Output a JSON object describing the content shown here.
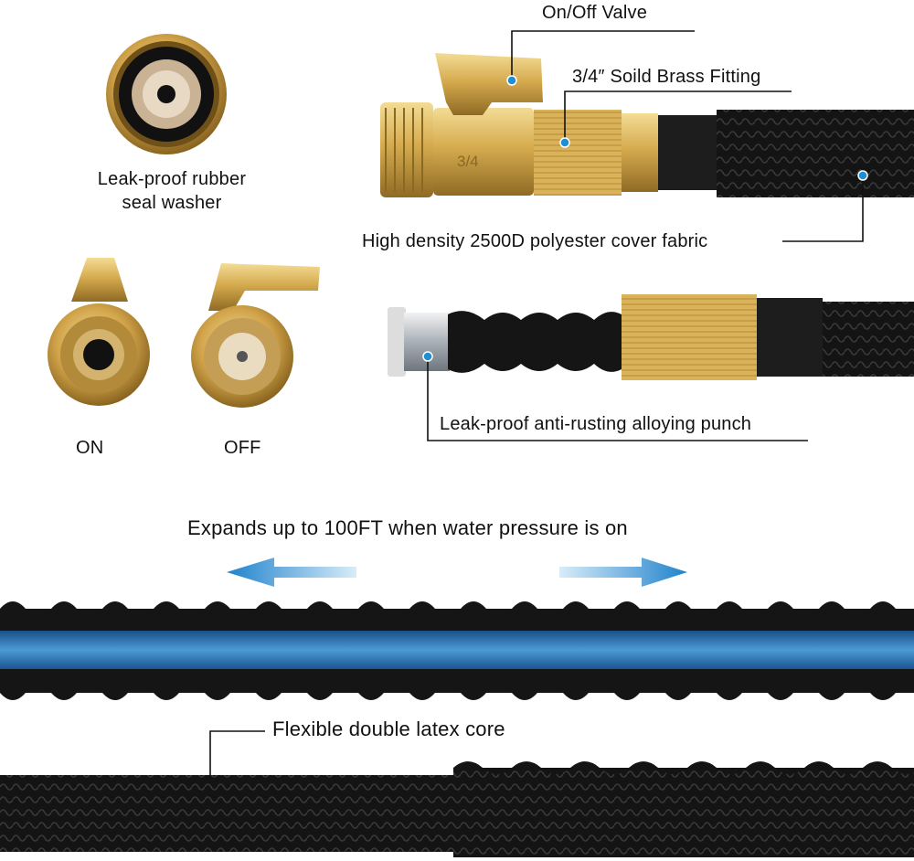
{
  "labels": {
    "on_off_valve": "On/Off Valve",
    "brass_fitting": "3/4″ Soild Brass Fitting",
    "washer": "Leak-proof rubber\nseal washer",
    "washer_line1": "Leak-proof rubber",
    "washer_line2": "seal washer",
    "cover_fabric": "High density 2500D polyester cover fabric",
    "state_on": "ON",
    "state_off": "OFF",
    "punch": "Leak-proof anti-rusting alloying punch",
    "expands": "Expands up to 100FT when water pressure is on",
    "latex_core": "Flexible double latex core",
    "fitting_engraving": "3/4"
  },
  "colors": {
    "brass": "#d9b25a",
    "brass_dark": "#8a6a22",
    "hose": "#151515",
    "callout_line": "#111111",
    "dot": "#1f8fd1",
    "arrow": "#1f82cc",
    "core_blue": "#2f7fc4"
  },
  "icons": {
    "left_arrow": "arrow-left-icon",
    "right_arrow": "arrow-right-icon"
  }
}
